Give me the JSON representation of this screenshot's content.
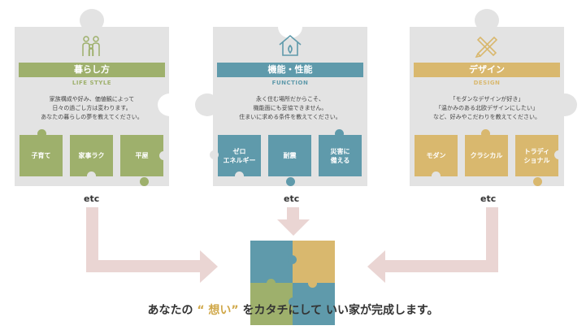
{
  "colors": {
    "green": "#9eb06c",
    "teal": "#5f9aab",
    "gold": "#d9b86e",
    "card": "#e3e3e3",
    "arrow": "#ead5d3"
  },
  "cards": [
    {
      "title": "暮らし方",
      "subtitle": "LIFE STYLE",
      "description": "家族構成や好み、価値観によって\n日々の過ごし方は変わります。\nあなたの暮らしの夢を教えてください。",
      "icon": "family-icon",
      "options": [
        "子育て",
        "家事ラク",
        "平屋"
      ]
    },
    {
      "title": "機能・性能",
      "subtitle": "FUNCTION",
      "description": "永く住む場所だからこそ、\n機能面にも妥協できません。\n住まいに求める条件を教えてください。",
      "icon": "house-icon",
      "options": [
        "ゼロ\nエネルギー",
        "耐震",
        "災害に\n備える"
      ]
    },
    {
      "title": "デザイン",
      "subtitle": "DESIGN",
      "description": "「モダンなデザインが好き」\n「温かみのある北欧デザインにしたい」\nなど、好みやこだわりを教えてください。",
      "icon": "pencil-ruler-icon",
      "options": [
        "モダン",
        "クラシカル",
        "トラディ\nショナル"
      ]
    }
  ],
  "etc_label": "etc",
  "tagline": {
    "before": "あなたの",
    "highlight": "“ 想い”",
    "after": "をカタチにして いい家が完成します。"
  }
}
